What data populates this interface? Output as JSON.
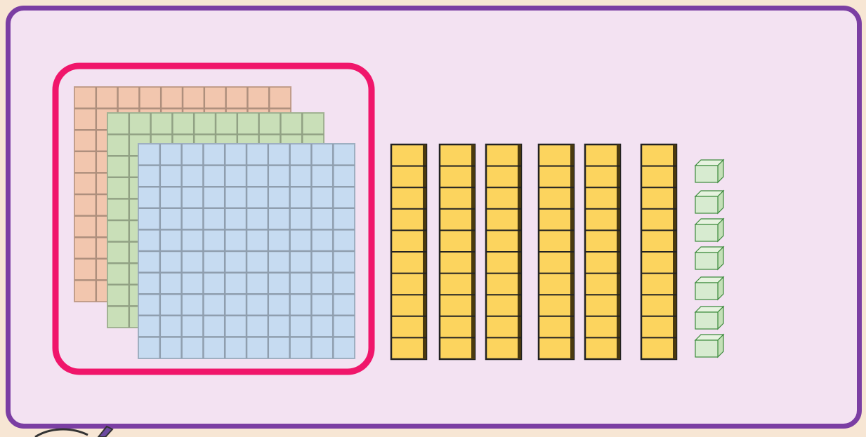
{
  "title": "",
  "colors": {
    "background": "#f7e6d4",
    "panel": "#f3e2f2",
    "panel_border": "#7b3ea3",
    "highlight": "#f0166b",
    "flat_hundred_1": "#f2c6ae",
    "flat_hundred_2": "#c9dfb8",
    "flat_hundred_3": "#c6dbf1",
    "ten_rod": "#fcd45e",
    "unit_cube": "#d7ebd0"
  },
  "blocks": {
    "hundreds": {
      "count": 3,
      "colors": [
        "#f2c6ae",
        "#c9dfb8",
        "#c6dbf1"
      ],
      "highlighted": true
    },
    "tens": {
      "count": 6,
      "units_per_rod": 10
    },
    "ones": {
      "count": 7
    }
  }
}
